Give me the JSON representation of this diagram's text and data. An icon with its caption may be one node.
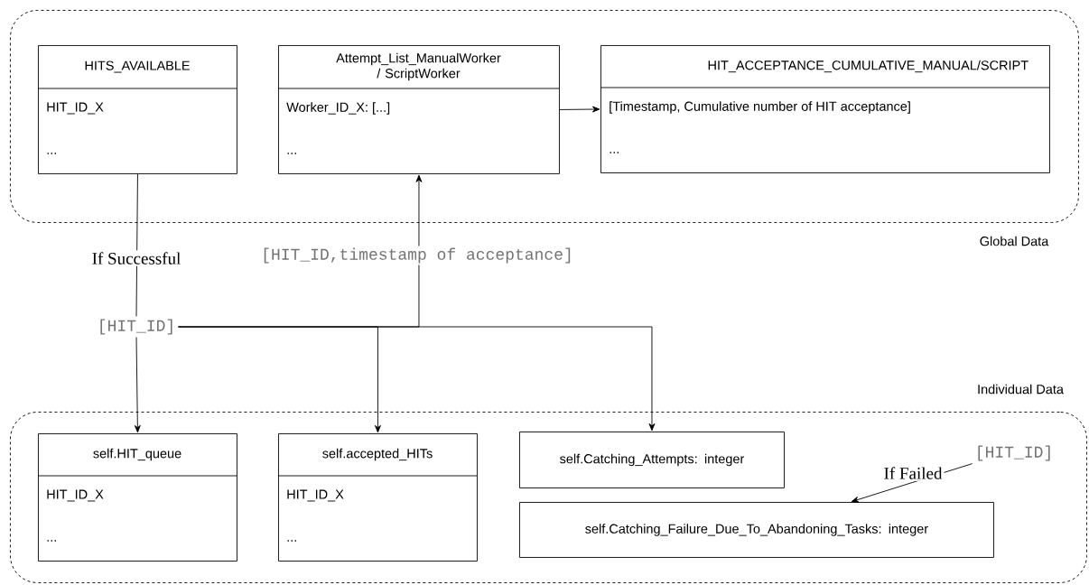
{
  "diagram": {
    "nodes": [
      {
        "text": [
          "Global Data"
        ]
      },
      {
        "text": [
          "HITS_AVAILABLE",
          "HIT_ID_X",
          "..."
        ],
        "in": 0
      },
      {
        "text": [
          "Attempt_List_ManualWorker / ScriptWorker",
          "Worker_ID_X: [...]",
          "..."
        ],
        "in": 0
      },
      {
        "text": [
          "HIT_ACCEPTANCE_CUMULATIVE_MANUAL/SCRIPT",
          "[Timestamp, Cumulative number of HIT acceptance]",
          "..."
        ],
        "in": 0
      },
      {
        "text": [
          "Individual Data"
        ]
      },
      {
        "text": [
          "self.HIT_queue",
          "HIT_ID_X",
          "..."
        ],
        "in": 4
      },
      {
        "text": [
          "self.accepted_HITs",
          "HIT_ID_X",
          "..."
        ],
        "in": 4
      },
      {
        "text": [
          "self.Catching_Attempts: integer"
        ],
        "in": 4
      },
      {
        "text": [
          "self.Catching_Failure_Due_To_Abandoning_Tasks: integer"
        ],
        "in": 4
      },
      {
        "text": [
          "[HIT_ID]"
        ]
      },
      {
        "text": [
          "[HIT_ID]"
        ],
        "in": 4
      }
    ],
    "edges": [
      {
        "from": 1,
        "to": 9,
        "arrow": "none",
        "label": "If Successful"
      },
      {
        "from": 9,
        "to": 5,
        "arrow": "to"
      },
      {
        "from": 9,
        "to": 6,
        "arrow": "to"
      },
      {
        "from": 9,
        "to": 7,
        "arrow": "to"
      },
      {
        "from": 9,
        "to": 2,
        "arrow": "to",
        "label": "[HIT_ID,timestamp of acceptance]"
      },
      {
        "from": 2,
        "to": 3,
        "arrow": "to"
      },
      {
        "from": 10,
        "to": 8,
        "arrow": "to",
        "label": "If Failed"
      }
    ]
  }
}
